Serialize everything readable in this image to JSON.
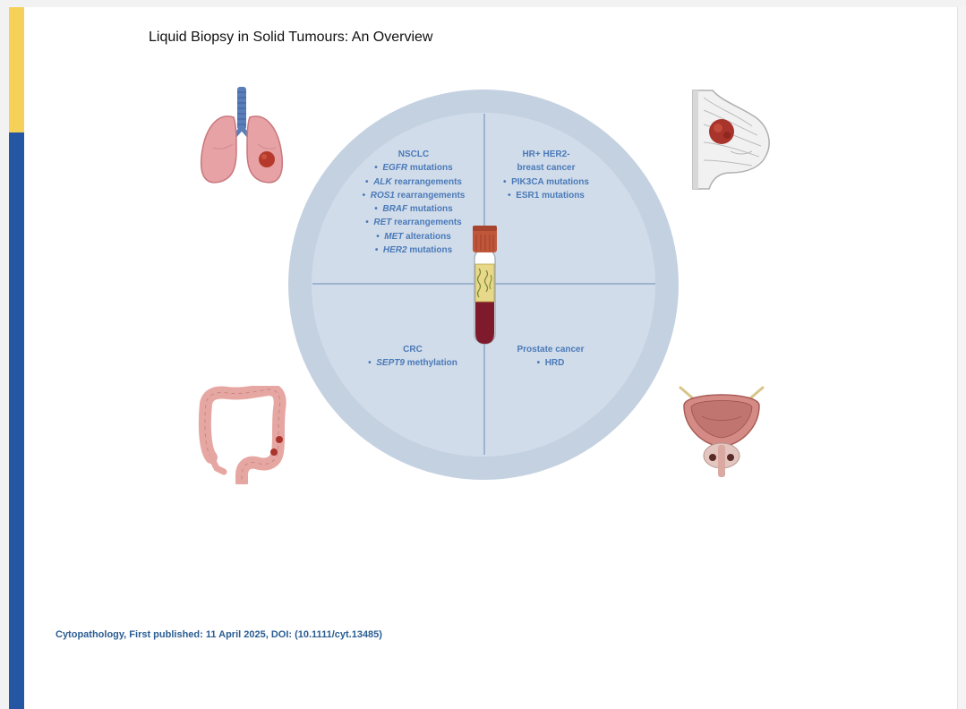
{
  "title": "Liquid Biopsy in Solid Tumours: An Overview",
  "footer": "Cytopathology, First published: 11 April 2025, DOI: (10.1111/cyt.13485)",
  "colors": {
    "accent_yellow": "#f5d15a",
    "accent_blue": "#2456a4",
    "circle_outer": "#c4d1e1",
    "circle_inner": "#d1dcea",
    "label_text": "#4a7ab8"
  },
  "quadrants": {
    "nsclc": {
      "heading": "NSCLC",
      "items": [
        {
          "gene": "EGFR",
          "rest": " mutations"
        },
        {
          "gene": "ALK",
          "rest": " rearrangements"
        },
        {
          "gene": "ROS1",
          "rest": " rearrangements"
        },
        {
          "gene": "BRAF",
          "rest": " mutations"
        },
        {
          "gene": "RET",
          "rest": " rearrangements"
        },
        {
          "gene": "MET",
          "rest": " alterations"
        },
        {
          "gene": "HER2",
          "rest": " mutations"
        }
      ]
    },
    "breast": {
      "heading_line1": "HR+ HER2-",
      "heading_line2": "breast cancer",
      "items": [
        "PIK3CA mutations",
        "ESR1 mutations"
      ]
    },
    "crc": {
      "heading": "CRC",
      "items": [
        {
          "gene": "SEPT9",
          "rest": " methylation"
        }
      ]
    },
    "prostate": {
      "heading": "Prostate cancer",
      "items": [
        "HRD"
      ]
    }
  },
  "bullet": "•",
  "icons": [
    "lungs-icon",
    "breast-icon",
    "colon-icon",
    "prostate-icon",
    "blood-tube-icon"
  ]
}
